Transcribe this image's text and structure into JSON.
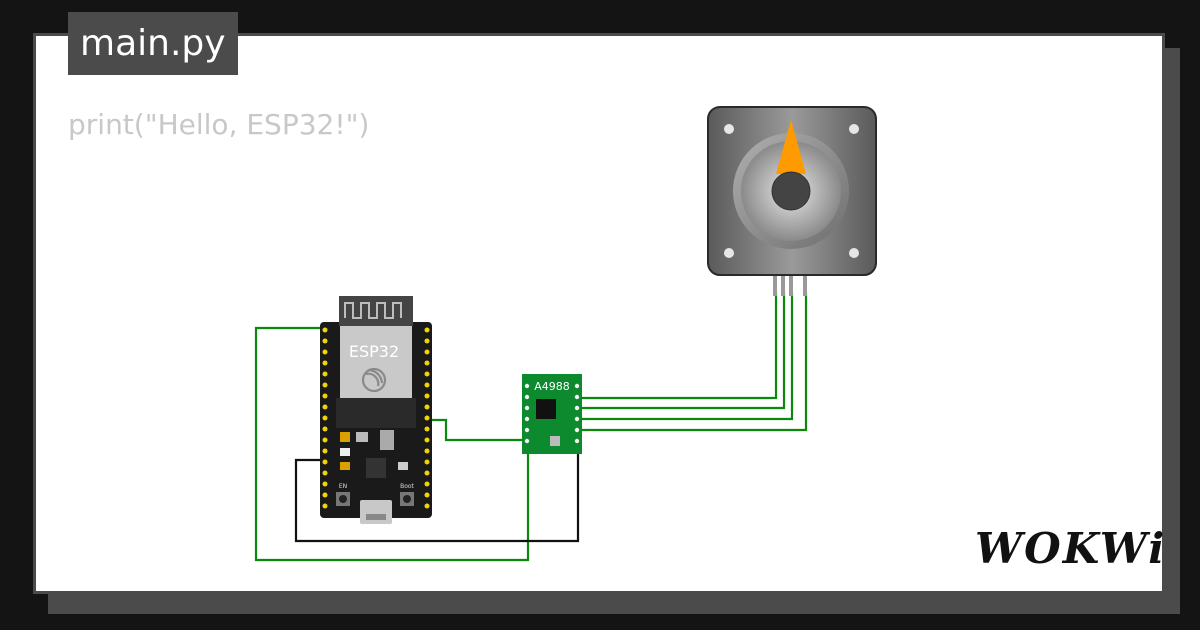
{
  "editor": {
    "file_tab": "main.py",
    "code_line": "print(\"Hello, ESP32!\")"
  },
  "board": {
    "label": "ESP32",
    "en_label": "EN",
    "boot_label": "Boot"
  },
  "driver": {
    "label": "A4988"
  },
  "brand": {
    "logo_text": "WOKWi"
  },
  "colors": {
    "wire_green": "#0a8a0a",
    "wire_black": "#111111",
    "board_pcb": "#1a1a1a",
    "driver_pcb": "#0d8a2e",
    "motor_pointer": "#ff9a00",
    "pin_yellow": "#f2d500"
  }
}
